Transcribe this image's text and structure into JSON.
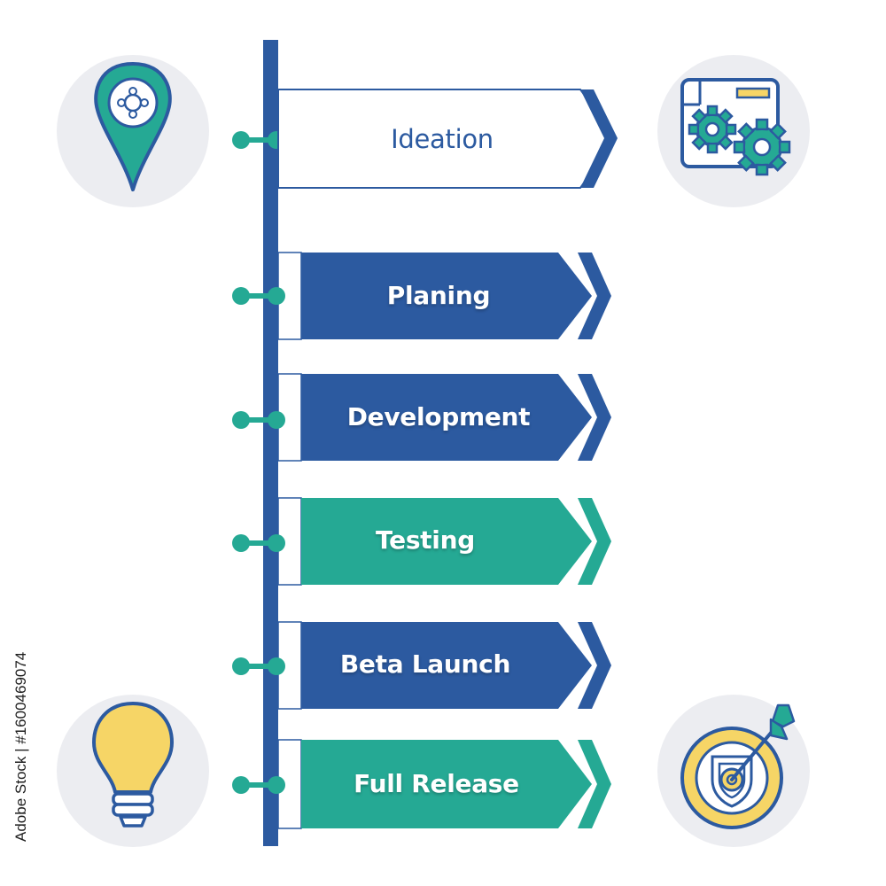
{
  "colors": {
    "blue": "#2c5aa0",
    "teal": "#25a994",
    "yellow": "#f6d566",
    "disc": "#ecedf1",
    "white": "#ffffff"
  },
  "steps": [
    {
      "label": "Ideation",
      "style": "outline"
    },
    {
      "label": "Planing",
      "style": "blue"
    },
    {
      "label": "Development",
      "style": "blue"
    },
    {
      "label": "Testing",
      "style": "teal"
    },
    {
      "label": "Beta Launch",
      "style": "blue"
    },
    {
      "label": "Full Release",
      "style": "teal"
    }
  ],
  "icons": {
    "top_left": "map-pin-icon",
    "top_right": "settings-window-icon",
    "bottom_left": "light-bulb-icon",
    "bottom_right": "target-dart-icon"
  },
  "side_credit": "Adobe Stock | #1600469074"
}
